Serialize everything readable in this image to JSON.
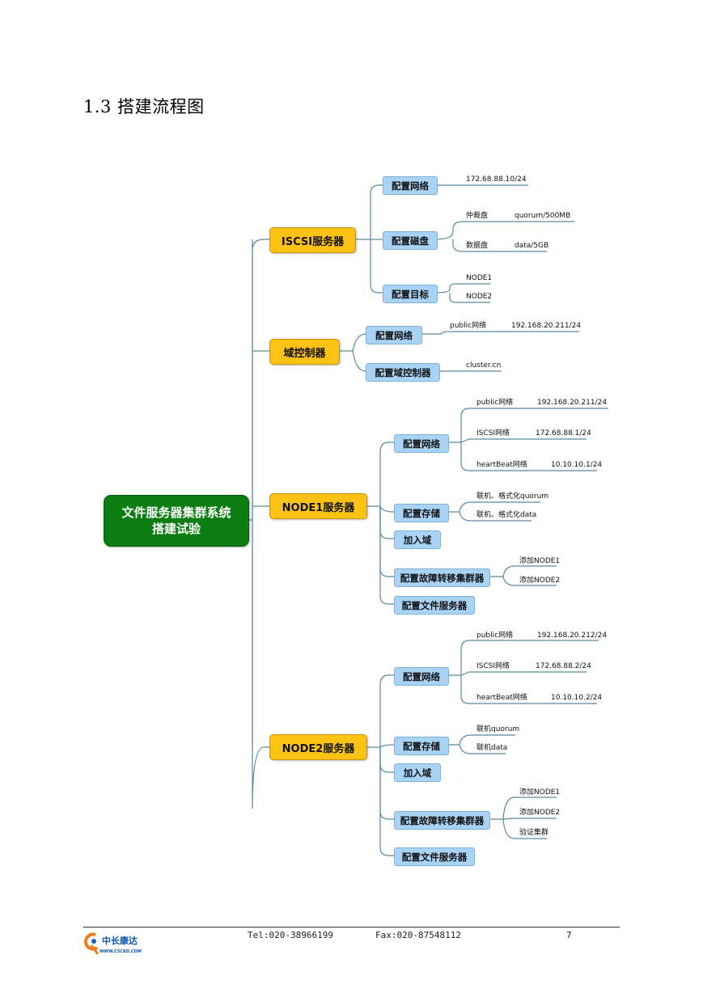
{
  "heading": "1.3 搭建流程图",
  "root": {
    "line1": "文件服务器集群系统",
    "line2": "搭建试验"
  },
  "iscsi": {
    "label": "ISCSI服务器",
    "network": {
      "label": "配置网络",
      "ip": "172.68.88.10/24"
    },
    "disk": {
      "label": "配置磁盘",
      "q_name": "仲裁盘",
      "q_value": "quorum/500MB",
      "d_name": "数据盘",
      "d_value": "data/5GB"
    },
    "target": {
      "label": "配置目标",
      "n1": "NODE1",
      "n2": "NODE2"
    }
  },
  "dc": {
    "label": "域控制器",
    "network": {
      "label": "配置网络",
      "name": "public网络",
      "ip": "192.168.20.211/24"
    },
    "domain": {
      "label": "配置域控制器",
      "value": "cluster.cn"
    }
  },
  "node1": {
    "label": "NODE1服务器",
    "network": {
      "label": "配置网络",
      "pub_name": "public网络",
      "pub_ip": "192.168.20.211/24",
      "iscsi_name": "ISCSI网络",
      "iscsi_ip": "172.68.88.1/24",
      "hb_name": "heartBeat网络",
      "hb_ip": "10.10.10.1/24"
    },
    "storage": {
      "label": "配置存储",
      "a": "联机、格式化quorum",
      "b": "联机、格式化data"
    },
    "join": "加入域",
    "cluster": {
      "label": "配置故障转移集群器",
      "a": "添加NODE1",
      "b": "添加NODE2"
    },
    "fileserver": "配置文件服务器"
  },
  "node2": {
    "label": "NODE2服务器",
    "network": {
      "label": "配置网络",
      "pub_name": "public网络",
      "pub_ip": "192.168.20.212/24",
      "iscsi_name": "ISCSI网络",
      "iscsi_ip": "172.68.88.2/24",
      "hb_name": "heartBeat网络",
      "hb_ip": "10.10.10.2/24"
    },
    "storage": {
      "label": "配置存储",
      "a": "联机quorum",
      "b": "联机data"
    },
    "join": "加入域",
    "cluster": {
      "label": "配置故障转移集群器",
      "a": "添加NODE1",
      "b": "添加NODE2",
      "c": "验证集群"
    },
    "fileserver": "配置文件服务器"
  },
  "footer": {
    "tel": "Tel:020-38966199",
    "fax": "Fax:020-87548112",
    "page": "7",
    "company": "中长康达",
    "url": "WWW.CSCKD.COM"
  },
  "colors": {
    "root": "#0b7d12",
    "level1": "#fdc314",
    "level2": "#a9d3f5",
    "connector": "#5a7d8c"
  }
}
